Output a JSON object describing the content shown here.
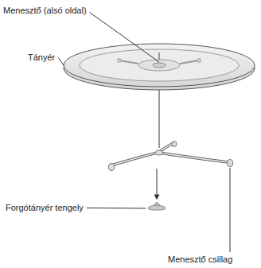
{
  "diagram": {
    "labels": [
      "Menesztő (alsó oldal)",
      "Tányér",
      "Forgótányér tengely",
      "Menesztő csillag"
    ]
  }
}
